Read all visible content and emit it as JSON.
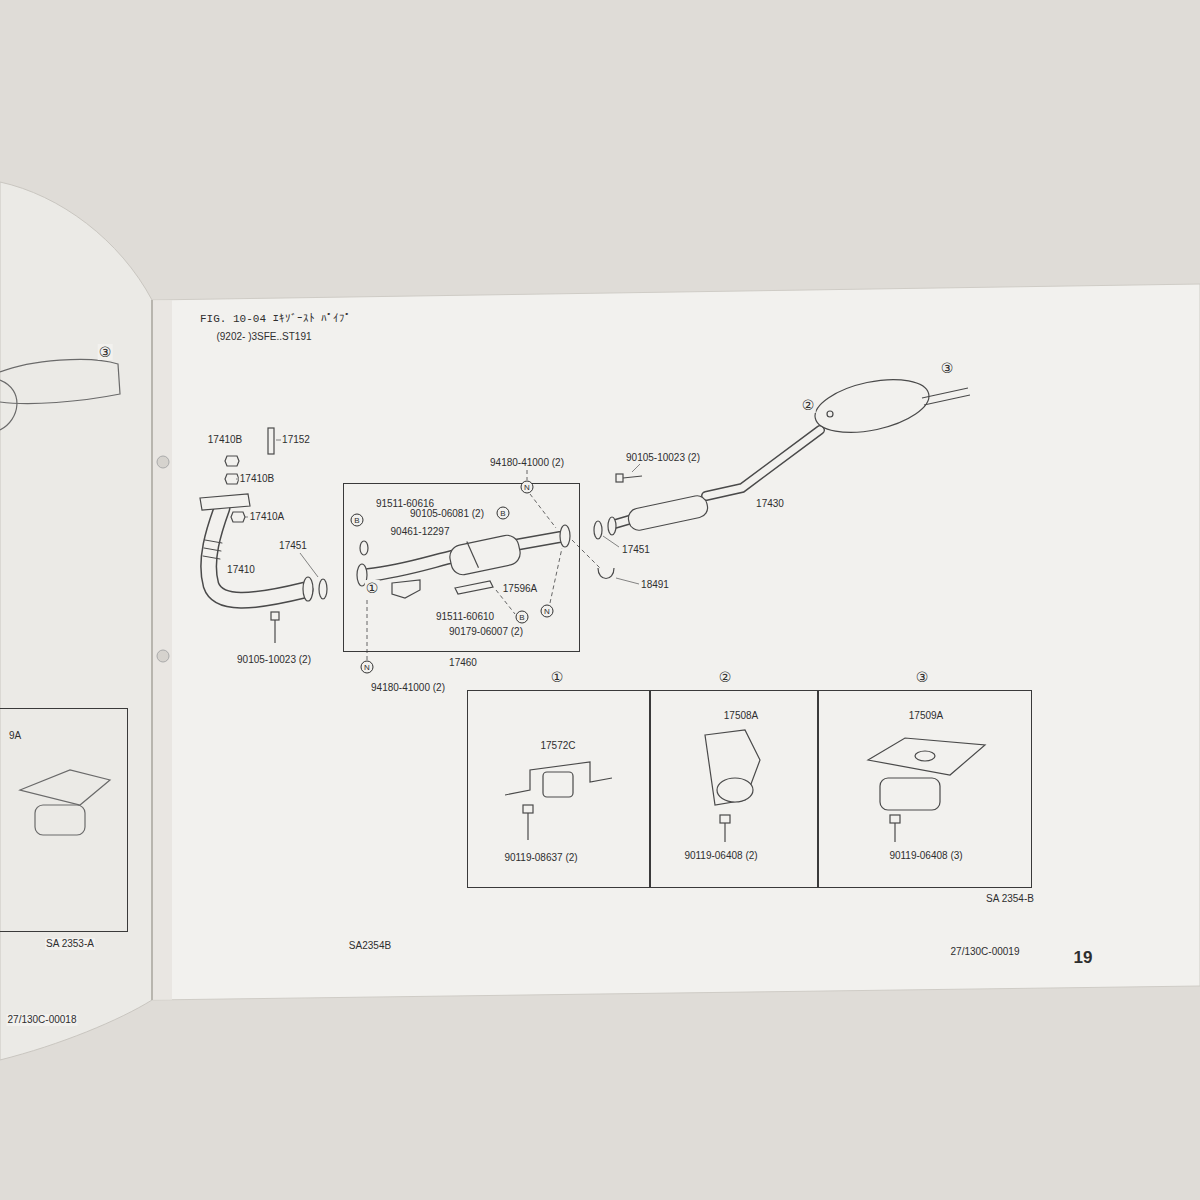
{
  "diagram": {
    "title": "FIG. 10-04 ｴｷｿﾞｰｽﾄ ﾊﾟｲﾌﾟ",
    "nodes": [
      {
        "text": [
          "9A"
        ]
      },
      {
        "text": [
          "17460"
        ]
      },
      {
        "text": [
          "①",
          "17572C",
          "90119-08637 (2)"
        ]
      },
      {
        "text": [
          "②",
          "17508A",
          "90119-06408 (2)"
        ]
      },
      {
        "text": [
          "③",
          "17509A",
          "90119-06408 (3)"
        ]
      }
    ],
    "labels": [
      "(9202-  )3SFE..ST191",
      "③",
      "17410B",
      "17152",
      "17410B",
      "17410A",
      "17451",
      "17410",
      "90105-10023 (2)",
      "94180-41000 (2)",
      "N",
      "91511-60616",
      "B",
      "90105-06081 (2)",
      "B",
      "90461-12297",
      "①",
      "17596A",
      "91511-60610",
      "B",
      "N",
      "90179-06007 (2)",
      "N",
      "94180-41000 (2)",
      "90105-10023 (2)",
      "②",
      "③",
      "17430",
      "17451",
      "18491",
      "SA 2354-B",
      "SA 2353-A",
      "SA2354B",
      "27/130C-00018",
      "27/130C-00019",
      "19"
    ]
  }
}
